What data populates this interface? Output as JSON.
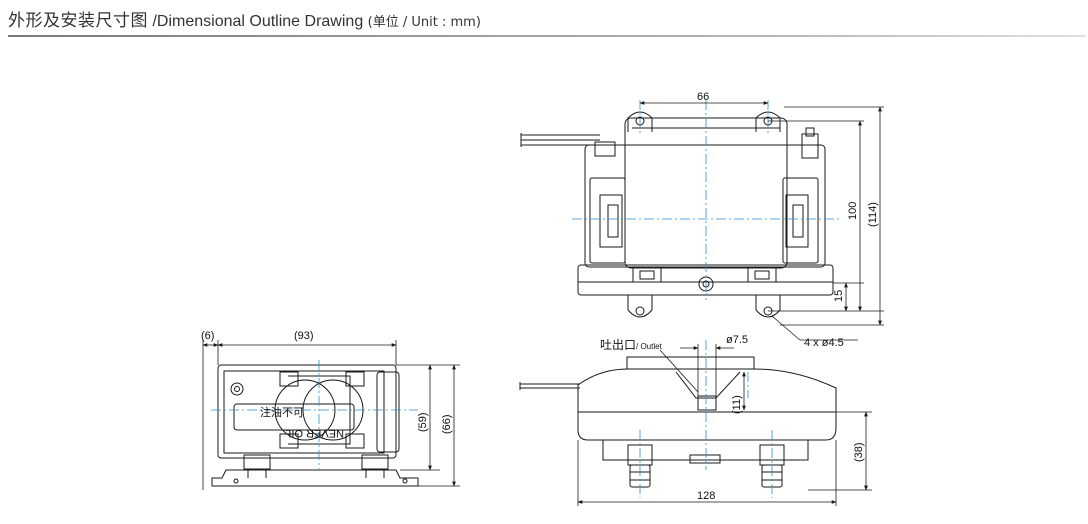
{
  "header": {
    "title_cn": "外形及安装尺寸图",
    "title_en": "/Dimensional Outline Drawing",
    "unit": "(单位 / Unit : mm)",
    "corner_mark": "’"
  },
  "drawing": {
    "top_view": {
      "dim_width": "66",
      "dim_height": "100",
      "dim_height_overall": "(114)",
      "dim_foot": "15",
      "hole_note": "4 x ø4.5"
    },
    "side_view": {
      "dim_offset": "(6)",
      "dim_length": "(93)",
      "dim_height_inner": "(59)",
      "dim_height_overall": "(66)",
      "label_cn": "注油不可",
      "label_en": "NEVER OIL"
    },
    "front_view": {
      "outlet_cn": "吐出口",
      "outlet_en": "/ Outlet",
      "dim_outlet_dia": "ø7.5",
      "dim_outlet_height": "(11)",
      "dim_body_height": "(38)",
      "dim_width": "128"
    }
  },
  "colors": {
    "line": "#1a1a1a",
    "dimension": "#1a1a1a",
    "centerline": "#2a8fd6",
    "body_fill": "#ffffff",
    "rule": "#9a9a9a"
  }
}
